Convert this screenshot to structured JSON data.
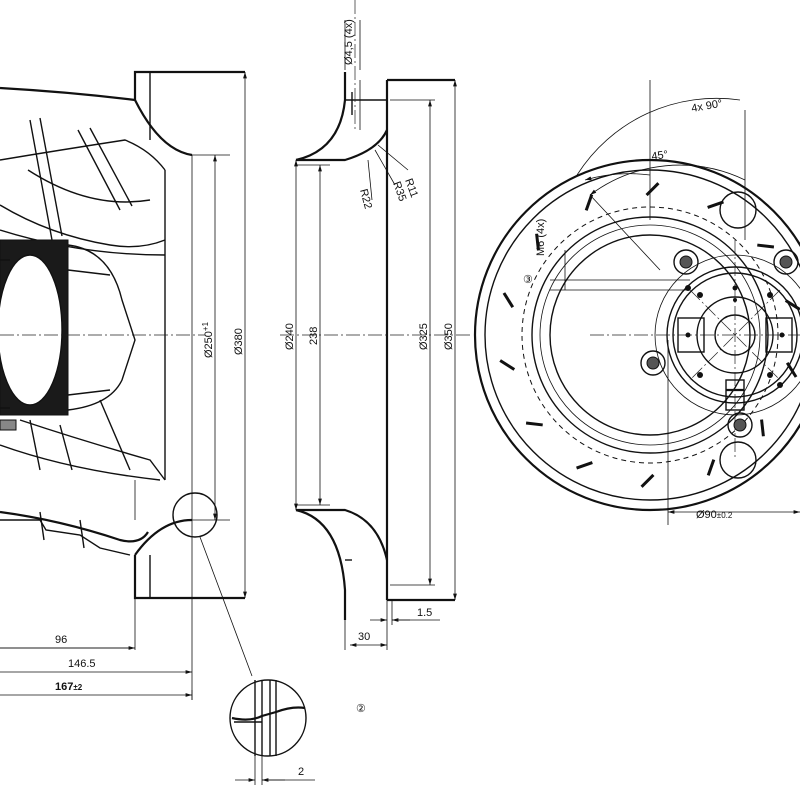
{
  "drawing": {
    "side_view": {
      "dim_96": "96",
      "dim_146_5": "146.5",
      "dim_167": "167",
      "dim_167_tol": "±2",
      "dim_d250": "Ø250",
      "dim_d250_tol": "+1",
      "dim_d380": "Ø380"
    },
    "detail": {
      "marker": "②",
      "dim_2": "2"
    },
    "inlet_ring": {
      "hole_spec": "Ø4,5 (4x)",
      "r11": "R11",
      "r35": "R35",
      "r22": "R22",
      "dim_d240": "Ø240",
      "dim_238": "238",
      "dim_d325": "Ø325",
      "dim_d350": "Ø350",
      "dim_30": "30",
      "dim_1_5": "1.5"
    },
    "front_view": {
      "angle_4x90": "4x 90°",
      "angle_45": "45°",
      "thread_spec": "M6 (4x)",
      "marker": "③",
      "dim_d90": "Ø90",
      "dim_d90_tol": "±0.2"
    }
  }
}
